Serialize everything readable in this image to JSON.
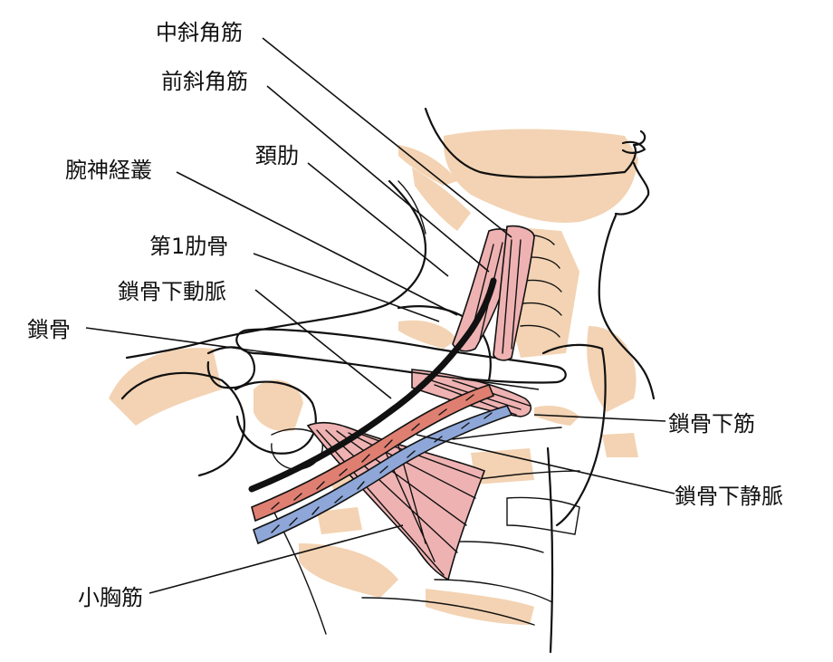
{
  "labels": {
    "middle_scalene": "中斜角筋",
    "anterior_scalene": "前斜角筋",
    "cervical_rib": "頚肋",
    "brachial_plexus": "腕神経叢",
    "first_rib": "第1肋骨",
    "subclavian_artery": "鎖骨下動脈",
    "clavicle": "鎖骨",
    "subclavius": "鎖骨下筋",
    "subclavian_vein": "鎖骨下静脈",
    "pectoralis_minor": "小胸筋"
  },
  "colors": {
    "bone": "#f3d3b3",
    "muscle": "#efb2b2",
    "artery": "#df7f72",
    "vein": "#8ea7d8",
    "nerve": "#111111",
    "ink": "#111111"
  }
}
